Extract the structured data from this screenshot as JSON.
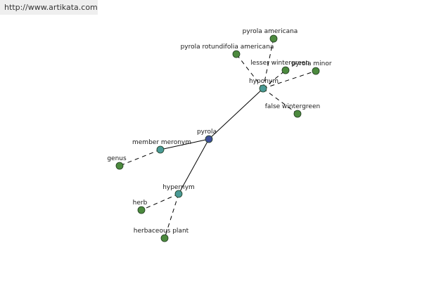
{
  "site": {
    "url_label": "http://www.artikata.com"
  },
  "colors": {
    "center_node": "#3f4f9a",
    "relation_node": "#4a9a96",
    "leaf_node": "#4c8a3e",
    "edge": "#000000"
  },
  "graph": {
    "center": {
      "id": "pyrola",
      "label": "pyrola"
    },
    "relations": [
      {
        "id": "hyponym",
        "label": "hyponym"
      },
      {
        "id": "member-meronym",
        "label": "member meronym"
      },
      {
        "id": "hypernym",
        "label": "hypernym"
      }
    ],
    "leaves": [
      {
        "id": "pyrola-americana",
        "label": "pyrola americana",
        "relation": "hyponym"
      },
      {
        "id": "pyrola-rotundifolia-americana",
        "label": "pyrola rotundifolia americana",
        "relation": "hyponym"
      },
      {
        "id": "lesser-wintergreen",
        "label": "lesser wintergreen",
        "relation": "hyponym"
      },
      {
        "id": "pyrola-minor",
        "label": "pyrola minor",
        "relation": "hyponym"
      },
      {
        "id": "false-wintergreen",
        "label": "false wintergreen",
        "relation": "hyponym"
      },
      {
        "id": "genus",
        "label": "genus",
        "relation": "member-meronym"
      },
      {
        "id": "herb",
        "label": "herb",
        "relation": "hypernym"
      },
      {
        "id": "herbaceous-plant",
        "label": "herbaceous plant",
        "relation": "hypernym"
      }
    ]
  }
}
